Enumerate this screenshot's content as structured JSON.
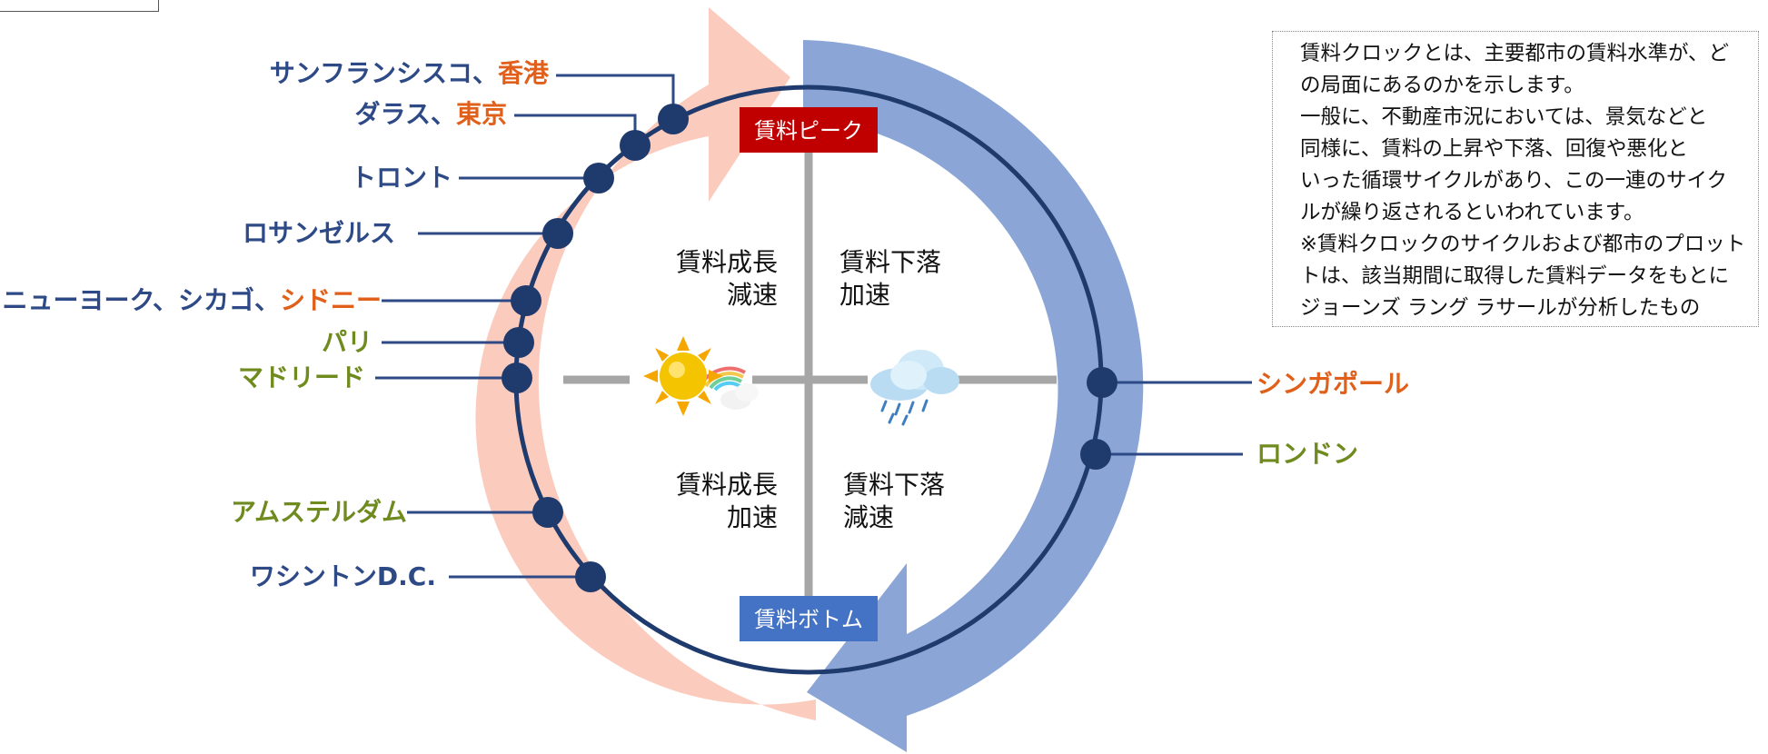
{
  "center": {
    "peak": "賃料ピーク",
    "bottom": "賃料ボトム"
  },
  "quadrants": {
    "top_left": [
      "賃料成長",
      "減速"
    ],
    "top_right": [
      "賃料下落",
      "加速"
    ],
    "bottom_left": [
      "賃料成長",
      "加速"
    ],
    "bottom_right": [
      "賃料下落",
      "減速"
    ]
  },
  "icons": {
    "sun": "sun-with-rainbow-icon",
    "rain": "rain-cloud-icon"
  },
  "cities": [
    {
      "parts": [
        {
          "text": "サンフランシスコ",
          "region": "americas"
        },
        {
          "text": "、",
          "region": "americas"
        },
        {
          "text": "香港",
          "region": "asia"
        }
      ]
    },
    {
      "parts": [
        {
          "text": "ダラス",
          "region": "americas"
        },
        {
          "text": "、",
          "region": "americas"
        },
        {
          "text": "東京",
          "region": "asia"
        }
      ]
    },
    {
      "parts": [
        {
          "text": "トロント",
          "region": "americas"
        }
      ]
    },
    {
      "parts": [
        {
          "text": "ロサンゼルス",
          "region": "americas"
        }
      ]
    },
    {
      "parts": [
        {
          "text": "ニューヨーク",
          "region": "americas"
        },
        {
          "text": "、",
          "region": "americas"
        },
        {
          "text": "シカゴ",
          "region": "americas"
        },
        {
          "text": "、",
          "region": "americas"
        },
        {
          "text": "シドニー",
          "region": "asia"
        }
      ]
    },
    {
      "parts": [
        {
          "text": "パリ",
          "region": "europe"
        }
      ]
    },
    {
      "parts": [
        {
          "text": "マドリード",
          "region": "europe"
        }
      ]
    },
    {
      "parts": [
        {
          "text": "アムステルダム",
          "region": "europe"
        }
      ]
    },
    {
      "parts": [
        {
          "text": "ワシントンD.C.",
          "region": "americas"
        }
      ]
    },
    {
      "parts": [
        {
          "text": "シンガポール",
          "region": "asia"
        }
      ]
    },
    {
      "parts": [
        {
          "text": "ロンドン",
          "region": "europe"
        }
      ]
    }
  ],
  "colors": {
    "americas": "#2e4a86",
    "asia": "#e0601b",
    "europe": "#6f8a1e",
    "peak_badge": "#c00000",
    "bottom_badge": "#4472c4",
    "growth_arrow": "#fbcbbd",
    "decline_arrow": "#8aa5d6",
    "circle": "#1f3a6d",
    "axis": "#a6a6a6"
  },
  "note": [
    "賃料クロックとは、主要都市の賃料水準が、ど",
    "の局面にあるのかを示します。",
    "一般に、不動産市況においては、景気などと",
    "同様に、賃料の上昇や下落、回復や悪化と",
    "いった循環サイクルがあり、この一連のサイク",
    "ルが繰り返されるといわれています。",
    "※賃料クロックのサイクルおよび都市のプロット",
    "トは、該当期間に取得した賃料データをもとに",
    "ジョーンズ ラング ラサールが分析したもの"
  ]
}
